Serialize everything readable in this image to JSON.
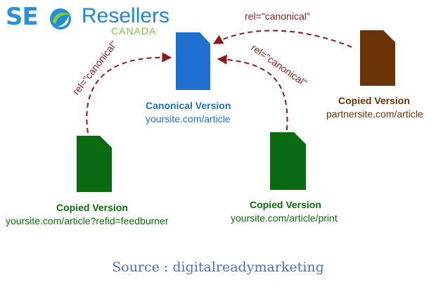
{
  "logo": {
    "seo": "SE",
    "resellers": "Resellers",
    "canada": "CANADA"
  },
  "nodes": {
    "canonical": {
      "title": "Canonical Version",
      "url": "yoursite.com/article",
      "color": "#1a73c8"
    },
    "feedburner": {
      "title": "Copied Version",
      "url": "yoursite.com/article?refid=feedburner",
      "color": "#0d6b0d"
    },
    "print": {
      "title": "Copied Version",
      "url": "yoursite.com/article/print",
      "color": "#0d6b0d"
    },
    "partner": {
      "title": "Copied Version",
      "url": "partnersite.com/article",
      "color": "#6b3408"
    }
  },
  "edges": {
    "partner_to_canonical": "rel=\"canonical\"",
    "feedburner_to_canonical": "rel=\"canonical\"",
    "print_to_canonical": "rel=\"canonical\"",
    "arrow_color": "#8b1a1a"
  },
  "source": "Source : digitalreadymarketing"
}
